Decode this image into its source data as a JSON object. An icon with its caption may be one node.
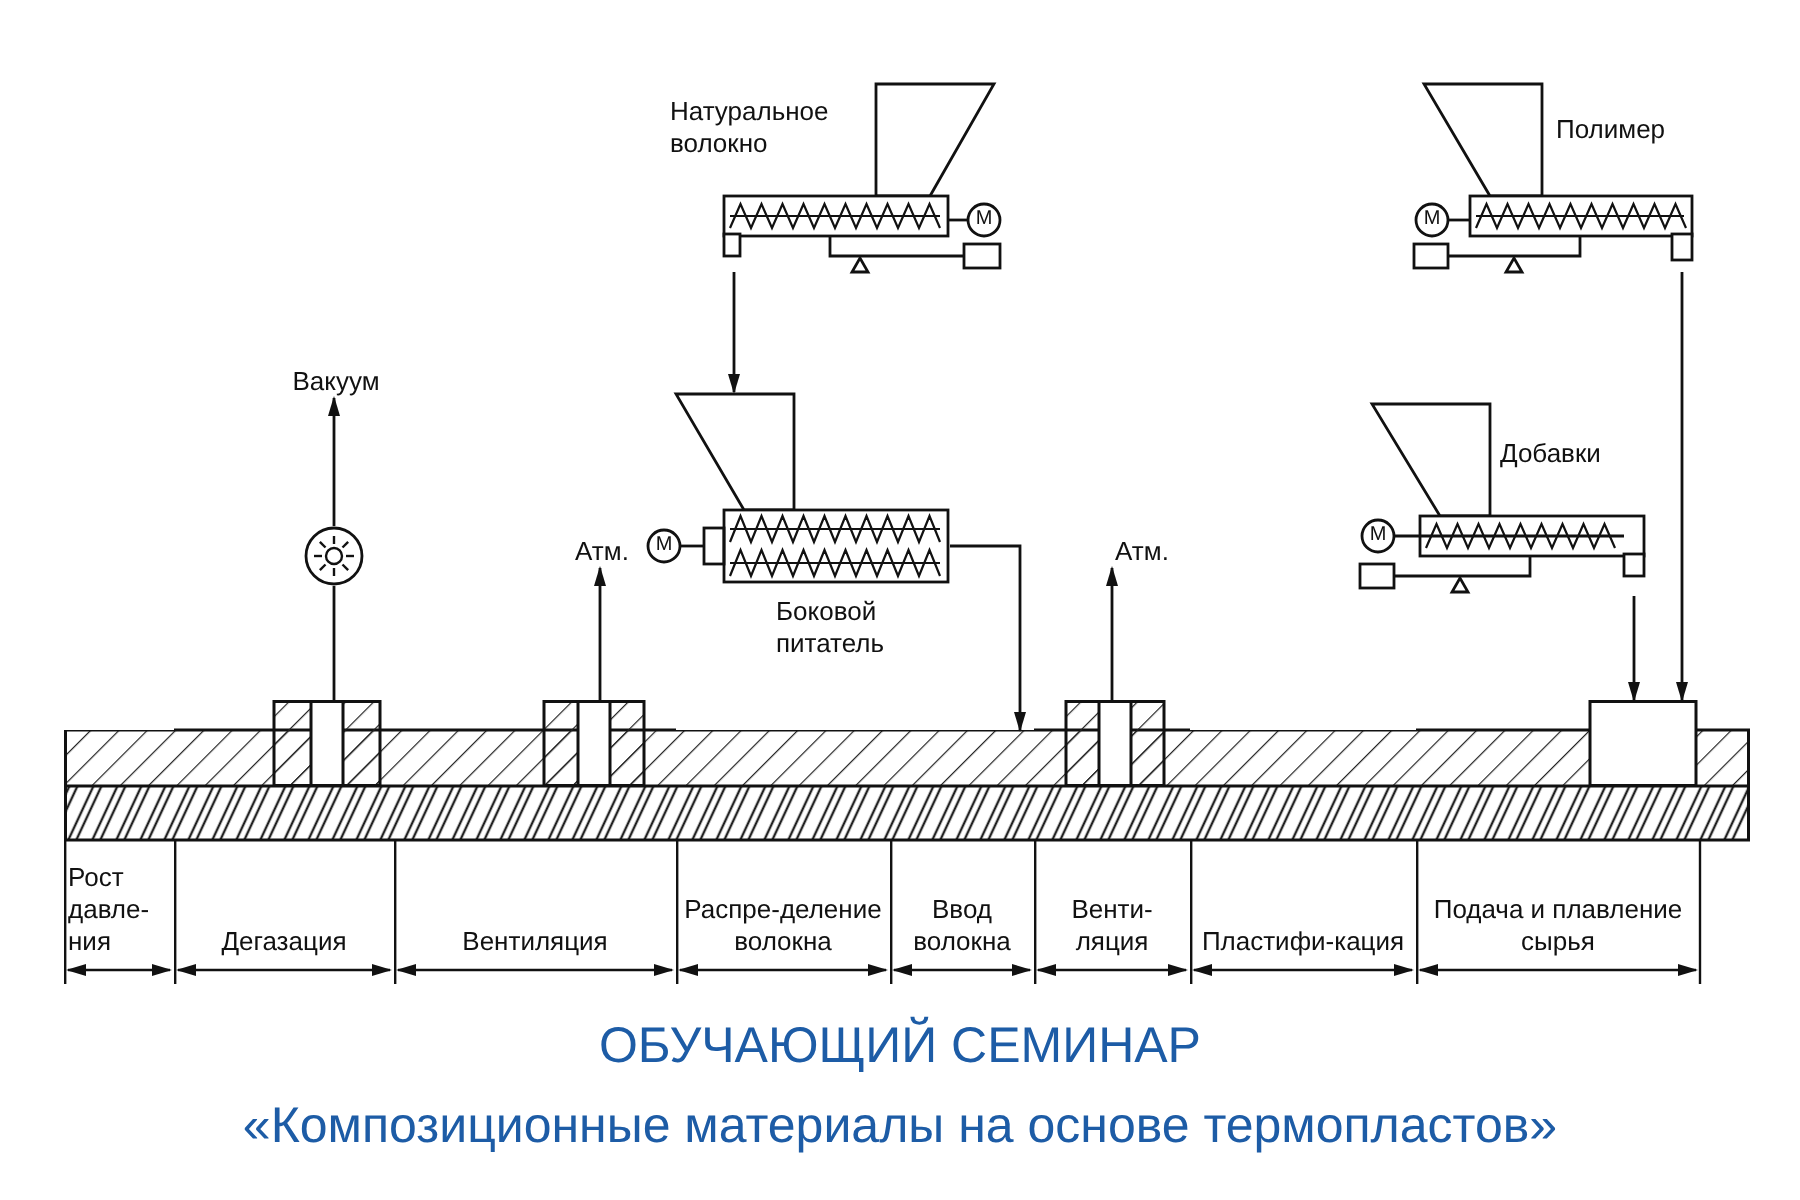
{
  "diagram": {
    "title": "ОБУЧАЮЩИЙ СЕМИНАР",
    "caption": "«Композиционные материалы на основе термопластов»",
    "nodes": [
      {
        "text": [
          "Натуральное волокно"
        ]
      },
      {
        "text": [
          "Боковой питатель"
        ]
      },
      {
        "text": [
          "Полимер"
        ]
      },
      {
        "text": [
          "Добавки"
        ]
      },
      {
        "text": [],
        "shape": "circle"
      },
      {
        "text": [
          "Вакуум"
        ]
      },
      {
        "text": [
          "Атм."
        ]
      },
      {
        "text": [
          "Атм."
        ]
      },
      {
        "text": [
          "Рост давле-ния"
        ]
      },
      {
        "text": [
          "Дегазация"
        ]
      },
      {
        "text": [
          "Вентиляция"
        ]
      },
      {
        "text": [
          "Распре-деление волокна"
        ]
      },
      {
        "text": [
          "Ввод волокна"
        ]
      },
      {
        "text": [
          "Венти-ляция"
        ]
      },
      {
        "text": [
          "Пластифи-кация"
        ]
      },
      {
        "text": [
          "Подача и плавление сырья"
        ]
      }
    ],
    "edges": [
      {
        "from": 0,
        "to": 1,
        "arrow": "to"
      },
      {
        "from": 1,
        "to": 12,
        "arrow": "to"
      },
      {
        "from": 3,
        "to": 15,
        "arrow": "to"
      },
      {
        "from": 2,
        "to": 15,
        "arrow": "to"
      },
      {
        "from": 9,
        "to": 4,
        "arrow": "none"
      },
      {
        "from": 4,
        "to": 5,
        "arrow": "to"
      },
      {
        "from": 10,
        "to": 6,
        "arrow": "to"
      },
      {
        "from": 13,
        "to": 7,
        "arrow": "to"
      }
    ],
    "labels": [
      "М",
      "М",
      "М",
      "М"
    ]
  }
}
